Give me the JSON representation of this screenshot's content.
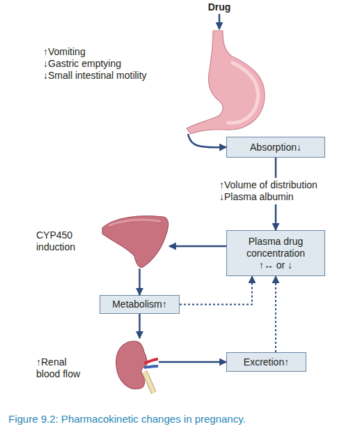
{
  "diagram": {
    "caption": "Figure 9.2: Pharmacokinetic changes in pregnancy.",
    "nodes": [
      {
        "text": [
          "↑Vomiting",
          "↓Gastric emptying",
          "↓Small intestinal motility"
        ]
      },
      {
        "text": [
          "Absorption↓"
        ]
      },
      {
        "text": [
          "CYP450 induction"
        ]
      },
      {
        "text": [
          "Plasma drug concentration ↑↔ or ↓"
        ]
      },
      {
        "text": [
          "Metabolism↑"
        ]
      },
      {
        "text": [
          "↑Renal blood flow"
        ]
      },
      {
        "text": [
          "Excretion↑"
        ]
      }
    ],
    "edges": [
      {
        "from": 0,
        "to": 1,
        "arrow": "to"
      },
      {
        "from": 1,
        "to": 3,
        "label": "↑Volume of distribution ↓Plasma albumin",
        "arrow": "to"
      },
      {
        "from": 3,
        "to": 2,
        "arrow": "to"
      },
      {
        "from": 2,
        "to": 4,
        "arrow": "to"
      },
      {
        "from": 4,
        "to": 3,
        "arrow": "to"
      },
      {
        "from": 4,
        "to": 5,
        "arrow": "to"
      },
      {
        "from": 5,
        "to": 6,
        "arrow": "to"
      },
      {
        "from": 6,
        "to": 3,
        "arrow": "to"
      }
    ],
    "labels": [
      "Drug"
    ]
  }
}
